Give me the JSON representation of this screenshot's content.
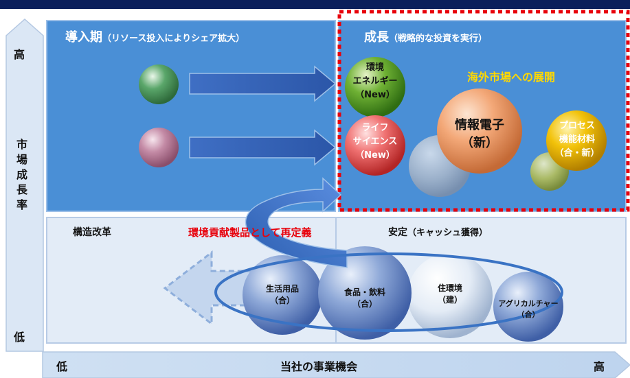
{
  "y_axis": {
    "high": "高",
    "label": "市場成長率",
    "low": "低"
  },
  "x_axis": {
    "low": "低",
    "label": "当社の事業機会",
    "high": "高"
  },
  "quadrants": {
    "introduction": {
      "title": "導入期",
      "subtitle": "（リソース投入によりシェア拡大）"
    },
    "growth": {
      "title": "成長",
      "subtitle": "（戦略的な投資を実行）",
      "overseas_label": "海外市場への展開"
    },
    "restructuring": {
      "title": "構造改革"
    },
    "stable": {
      "title": "安定",
      "subtitle": "（キャッシュ獲得）"
    }
  },
  "redefinition_label": "環境貢献製品として再定義",
  "bubbles": {
    "environment_energy": {
      "line1": "環境",
      "line2": "エネルギー",
      "line3": "（New）"
    },
    "life_science": {
      "line1": "ライフ",
      "line2": "サイエンス",
      "line3": "（New）"
    },
    "information_electronics": {
      "line1": "情報電子",
      "line2": "（新）"
    },
    "process_materials": {
      "line1": "プロセス",
      "line2": "機能材料",
      "line3": "（合・新）"
    },
    "lifestyle_products": {
      "line1": "生活用品",
      "line2": "（合）"
    },
    "food_beverage": {
      "line1": "食品・飲料",
      "line2": "（合）"
    },
    "housing_environment": {
      "line1": "住環境",
      "line2": "（建）"
    },
    "agriculture": {
      "line1": "アグリカルチャー",
      "line2": "（合）"
    }
  },
  "colors": {
    "top_band": "#0b1f5b",
    "growth_border": "#e8000b",
    "overseas_text": "#ffd800",
    "redefinition_text": "#e8000b",
    "ellipse_stroke": "#3a73c4",
    "upper_panel": "#4a8fd6",
    "lower_panel": "#e3ecf7"
  }
}
